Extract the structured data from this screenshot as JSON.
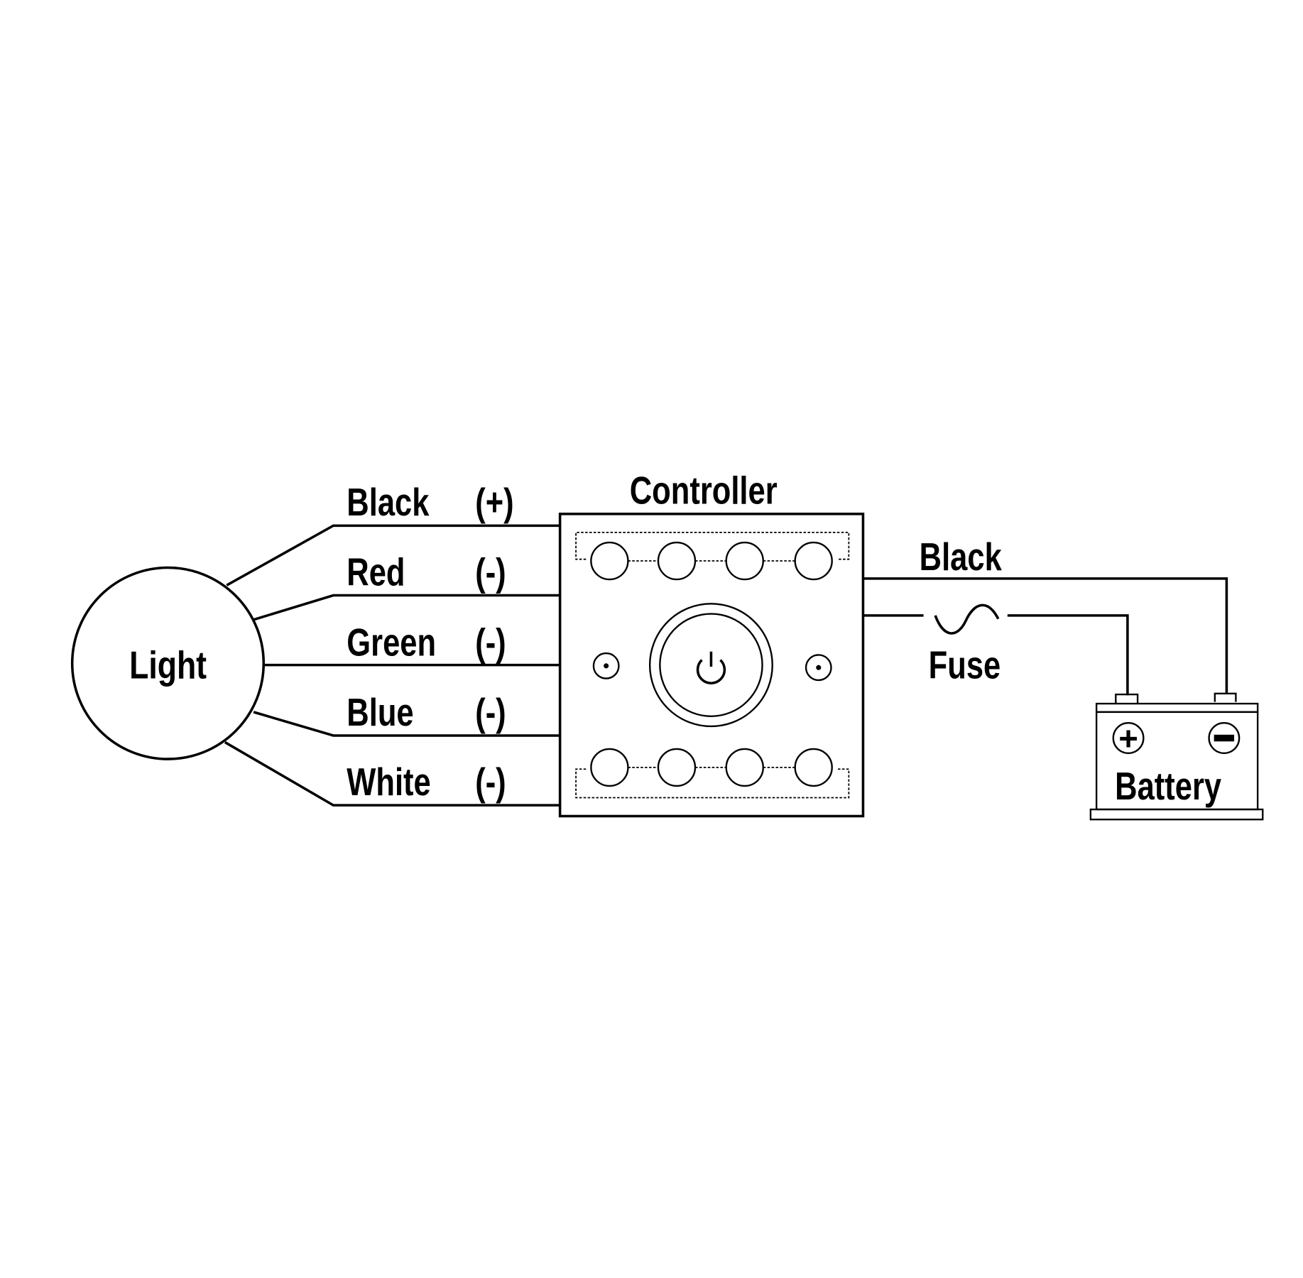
{
  "diagram": {
    "light": {
      "label": "Light"
    },
    "controller": {
      "label": "Controller",
      "center_button_icon": "power-icon"
    },
    "wires": [
      {
        "color": "Black",
        "polarity": "(+)"
      },
      {
        "color": "Red",
        "polarity": "(-)"
      },
      {
        "color": "Green",
        "polarity": "(-)"
      },
      {
        "color": "Blue",
        "polarity": "(-)"
      },
      {
        "color": "White",
        "polarity": "(-)"
      }
    ],
    "supply": {
      "black_wire_label": "Black",
      "fuse_label": "Fuse",
      "battery_label": "Battery",
      "battery_positive": "+",
      "battery_negative": "−"
    }
  }
}
